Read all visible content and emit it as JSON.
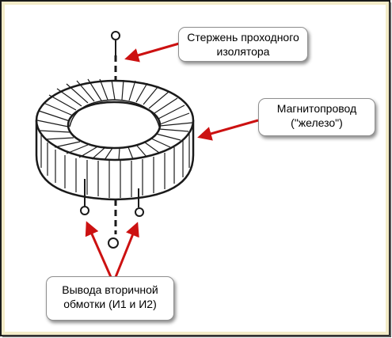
{
  "labels": {
    "rod": [
      "Стержень проходного",
      "изолятора"
    ],
    "core": [
      "Магнитопровод",
      "(\"железо\")"
    ],
    "leads": [
      "Вывода вторичной",
      "обмотки (И1 и И2)"
    ]
  },
  "colors": {
    "arrow": "#cc1111",
    "frame_outer": "#1a1a1a",
    "frame_inner": "#fffce6",
    "stroke": "#1a1a1a"
  }
}
